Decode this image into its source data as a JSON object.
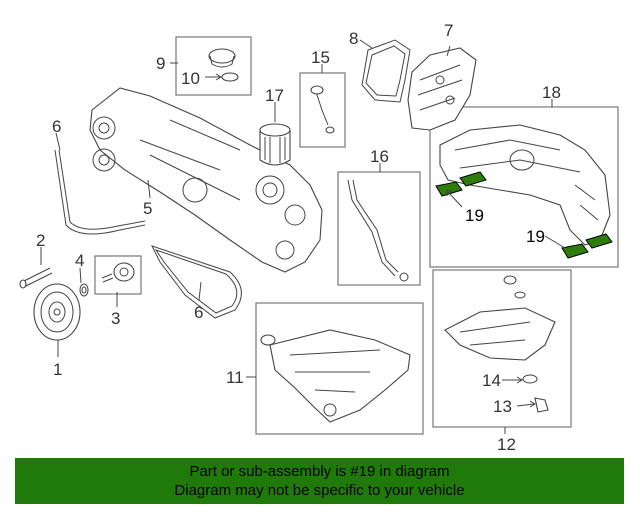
{
  "labels": {
    "l1": "1",
    "l2": "2",
    "l3": "3",
    "l4": "4",
    "l5": "5",
    "l6a": "6",
    "l6b": "6",
    "l7": "7",
    "l8": "8",
    "l9": "9",
    "l10": "10",
    "l11": "11",
    "l12": "12",
    "l13": "13",
    "l14": "14",
    "l15": "15",
    "l16": "16",
    "l17": "17",
    "l18": "18",
    "l19a": "19",
    "l19b": "19"
  },
  "highlight_color": "#2e7d0a",
  "banner": {
    "line1": "Part or sub-assembly is #19 in diagram",
    "line2": "Diagram may not be specific to your vehicle",
    "background": "#1f7a0a"
  }
}
